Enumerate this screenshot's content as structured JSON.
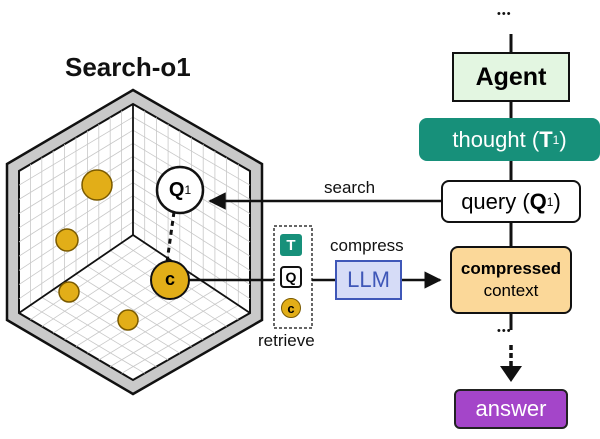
{
  "title": "Search-o1",
  "agent_label": "Agent",
  "thought_label": "thought (",
  "thought_symbol": "T",
  "thought_sub": "1",
  "thought_close": ")",
  "query_label": "query (",
  "query_symbol": "Q",
  "query_sub": "1",
  "query_close": ")",
  "search_label": "search",
  "compress_label": "compress",
  "llm_label": "LLM",
  "compressed_bold": "compressed",
  "compressed_rest": "context",
  "retrieve_label": "retrieve",
  "answer_label": "answer",
  "node_q_symbol": "Q",
  "node_q_sub": "1",
  "node_c_symbol": "c",
  "legend_t": "T",
  "legend_q": "Q",
  "legend_c": "c",
  "ellipsis": "•••",
  "colors": {
    "agent_fill": "#e3f6e1",
    "thought_fill": "#17907a",
    "llm_fill": "#d6dcf7",
    "llm_text": "#3f57b8",
    "compressed_fill": "#fbd899",
    "answer_fill": "#a445c9",
    "doc_fill": "#e2ae18",
    "doc_stroke": "#7a5a00"
  }
}
